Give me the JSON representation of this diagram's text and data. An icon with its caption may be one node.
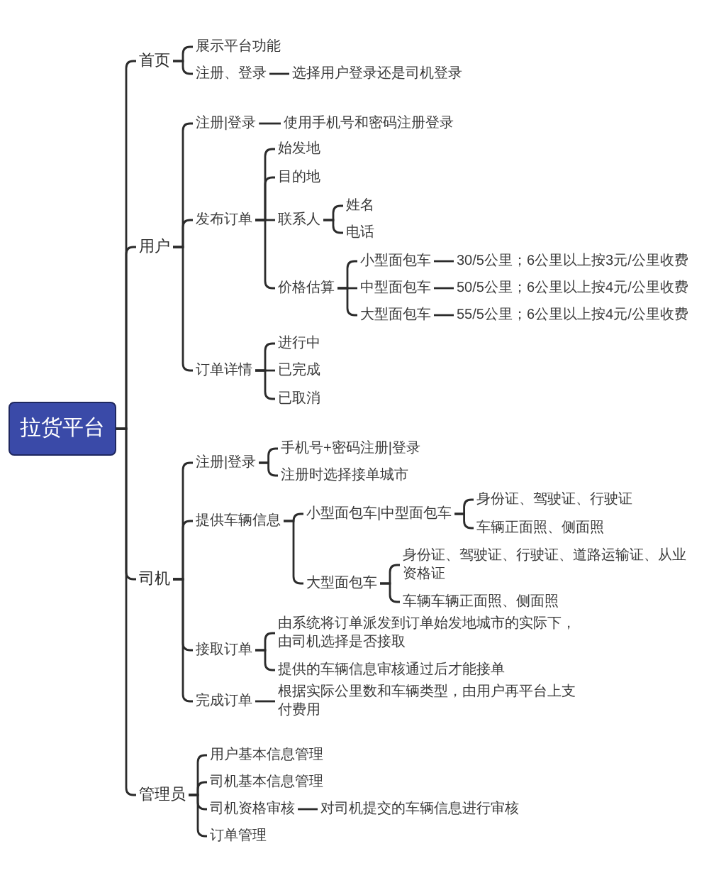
{
  "diagram": {
    "nodes": [
      {
        "text": [
          "拉货平台"
        ]
      },
      {
        "text": [
          "首页"
        ]
      },
      {
        "text": [
          "展示平台功能"
        ]
      },
      {
        "text": [
          "注册、登录"
        ]
      },
      {
        "text": [
          "选择用户登录还是司机登录"
        ]
      },
      {
        "text": [
          "用户"
        ]
      },
      {
        "text": [
          "注册|登录"
        ]
      },
      {
        "text": [
          "使用手机号和密码注册登录"
        ]
      },
      {
        "text": [
          "发布订单"
        ]
      },
      {
        "text": [
          "始发地"
        ]
      },
      {
        "text": [
          "目的地"
        ]
      },
      {
        "text": [
          "联系人"
        ]
      },
      {
        "text": [
          "姓名"
        ]
      },
      {
        "text": [
          "电话"
        ]
      },
      {
        "text": [
          "价格估算"
        ]
      },
      {
        "text": [
          "小型面包车"
        ]
      },
      {
        "text": [
          "30/5公里；6公里以上按3元/公里收费"
        ]
      },
      {
        "text": [
          "中型面包车"
        ]
      },
      {
        "text": [
          "50/5公里；6公里以上按4元/公里收费"
        ]
      },
      {
        "text": [
          "大型面包车"
        ]
      },
      {
        "text": [
          "55/5公里；6公里以上按4元/公里收费"
        ]
      },
      {
        "text": [
          "订单详情"
        ]
      },
      {
        "text": [
          "进行中"
        ]
      },
      {
        "text": [
          "已完成"
        ]
      },
      {
        "text": [
          "已取消"
        ]
      },
      {
        "text": [
          "司机"
        ]
      },
      {
        "text": [
          "注册|登录"
        ]
      },
      {
        "text": [
          "手机号+密码注册|登录"
        ]
      },
      {
        "text": [
          "注册时选择接单城市"
        ]
      },
      {
        "text": [
          "提供车辆信息"
        ]
      },
      {
        "text": [
          "小型面包车|中型面包车"
        ]
      },
      {
        "text": [
          "身份证、驾驶证、行驶证"
        ]
      },
      {
        "text": [
          "车辆正面照、侧面照"
        ]
      },
      {
        "text": [
          "大型面包车"
        ]
      },
      {
        "text": [
          "身份证、驾驶证、行驶证、道路运输证、从业资格证"
        ]
      },
      {
        "text": [
          "车辆车辆正面照、侧面照"
        ]
      },
      {
        "text": [
          "接取订单"
        ]
      },
      {
        "text": [
          "由系统将订单派发到订单始发地城市的实际下，由司机选择是否接取"
        ]
      },
      {
        "text": [
          "提供的车辆信息审核通过后才能接单"
        ]
      },
      {
        "text": [
          "完成订单"
        ]
      },
      {
        "text": [
          "根据实际公里数和车辆类型，由用户再平台上支付费用"
        ]
      },
      {
        "text": [
          "管理员"
        ]
      },
      {
        "text": [
          "用户基本信息管理"
        ]
      },
      {
        "text": [
          "司机基本信息管理"
        ]
      },
      {
        "text": [
          "司机资格审核"
        ]
      },
      {
        "text": [
          "对司机提交的车辆信息进行审核"
        ]
      },
      {
        "text": [
          "订单管理"
        ]
      }
    ],
    "edges": [
      {
        "from": 0,
        "to": 1,
        "arrow": "none"
      },
      {
        "from": 0,
        "to": 5,
        "arrow": "none"
      },
      {
        "from": 0,
        "to": 25,
        "arrow": "none"
      },
      {
        "from": 0,
        "to": 41,
        "arrow": "none"
      },
      {
        "from": 1,
        "to": 2,
        "arrow": "none"
      },
      {
        "from": 1,
        "to": 3,
        "arrow": "none"
      },
      {
        "from": 3,
        "to": 4,
        "arrow": "none"
      },
      {
        "from": 5,
        "to": 6,
        "arrow": "none"
      },
      {
        "from": 6,
        "to": 7,
        "arrow": "none"
      },
      {
        "from": 5,
        "to": 8,
        "arrow": "none"
      },
      {
        "from": 8,
        "to": 9,
        "arrow": "none"
      },
      {
        "from": 8,
        "to": 10,
        "arrow": "none"
      },
      {
        "from": 8,
        "to": 11,
        "arrow": "none"
      },
      {
        "from": 11,
        "to": 12,
        "arrow": "none"
      },
      {
        "from": 11,
        "to": 13,
        "arrow": "none"
      },
      {
        "from": 8,
        "to": 14,
        "arrow": "none"
      },
      {
        "from": 14,
        "to": 15,
        "arrow": "none"
      },
      {
        "from": 15,
        "to": 16,
        "arrow": "none"
      },
      {
        "from": 14,
        "to": 17,
        "arrow": "none"
      },
      {
        "from": 17,
        "to": 18,
        "arrow": "none"
      },
      {
        "from": 14,
        "to": 19,
        "arrow": "none"
      },
      {
        "from": 19,
        "to": 20,
        "arrow": "none"
      },
      {
        "from": 5,
        "to": 21,
        "arrow": "none"
      },
      {
        "from": 21,
        "to": 22,
        "arrow": "none"
      },
      {
        "from": 21,
        "to": 23,
        "arrow": "none"
      },
      {
        "from": 21,
        "to": 24,
        "arrow": "none"
      },
      {
        "from": 25,
        "to": 26,
        "arrow": "none"
      },
      {
        "from": 26,
        "to": 27,
        "arrow": "none"
      },
      {
        "from": 26,
        "to": 28,
        "arrow": "none"
      },
      {
        "from": 25,
        "to": 29,
        "arrow": "none"
      },
      {
        "from": 29,
        "to": 30,
        "arrow": "none"
      },
      {
        "from": 30,
        "to": 31,
        "arrow": "none"
      },
      {
        "from": 30,
        "to": 32,
        "arrow": "none"
      },
      {
        "from": 29,
        "to": 33,
        "arrow": "none"
      },
      {
        "from": 33,
        "to": 34,
        "arrow": "none"
      },
      {
        "from": 33,
        "to": 35,
        "arrow": "none"
      },
      {
        "from": 25,
        "to": 36,
        "arrow": "none"
      },
      {
        "from": 36,
        "to": 37,
        "arrow": "none"
      },
      {
        "from": 36,
        "to": 38,
        "arrow": "none"
      },
      {
        "from": 25,
        "to": 39,
        "arrow": "none"
      },
      {
        "from": 39,
        "to": 40,
        "arrow": "none"
      },
      {
        "from": 41,
        "to": 42,
        "arrow": "none"
      },
      {
        "from": 41,
        "to": 43,
        "arrow": "none"
      },
      {
        "from": 41,
        "to": 44,
        "arrow": "none"
      },
      {
        "from": 44,
        "to": 45,
        "arrow": "none"
      },
      {
        "from": 41,
        "to": 46,
        "arrow": "none"
      }
    ]
  }
}
